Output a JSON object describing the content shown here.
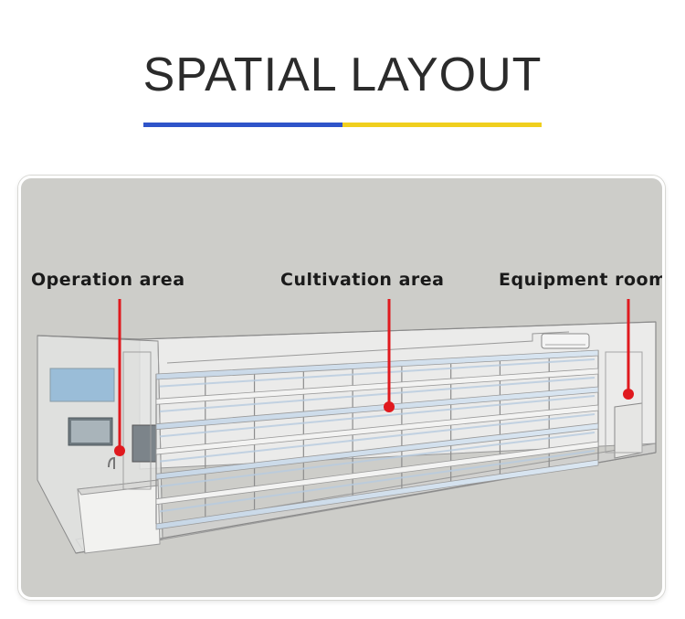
{
  "title": "SPATIAL LAYOUT",
  "colors": {
    "accent_blue": "#2f54c9",
    "accent_yellow": "#f0cf1e",
    "panel_bg": "#cdcdc9",
    "marker_red": "#e0191e"
  },
  "labels": {
    "operation": "Operation area",
    "cultivation": "Cultivation area",
    "equipment": "Equipment room"
  }
}
